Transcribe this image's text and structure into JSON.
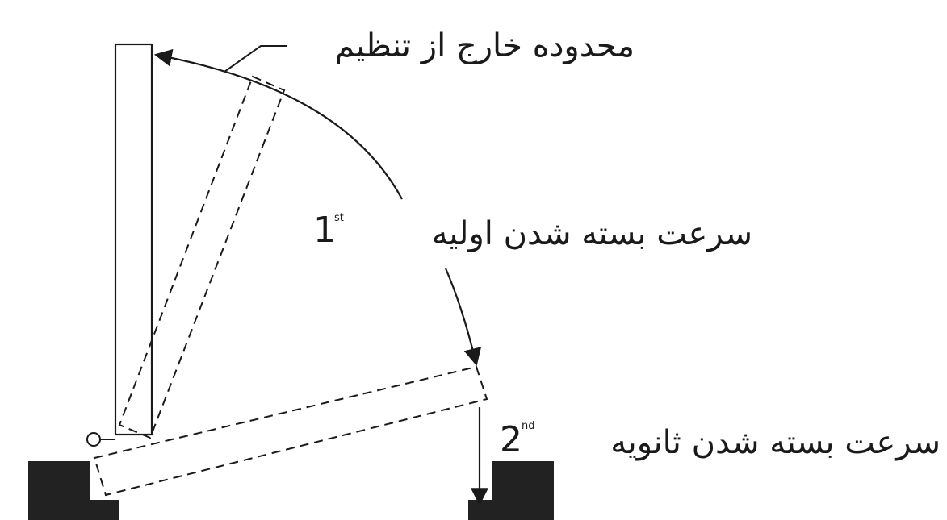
{
  "labels": {
    "out_of_range": "محدوده خارج از تنظیم",
    "first_speed": {
      "text": "سرعت بسته شدن اولیه",
      "number": "1",
      "suffix": "st"
    },
    "second_speed": {
      "text": "سرعت بسته شدن ثانویه",
      "number": "2",
      "suffix": "nd"
    }
  },
  "colors": {
    "stroke": "#1a1a1a",
    "fill_dark": "#222222",
    "background": "#ffffff"
  }
}
